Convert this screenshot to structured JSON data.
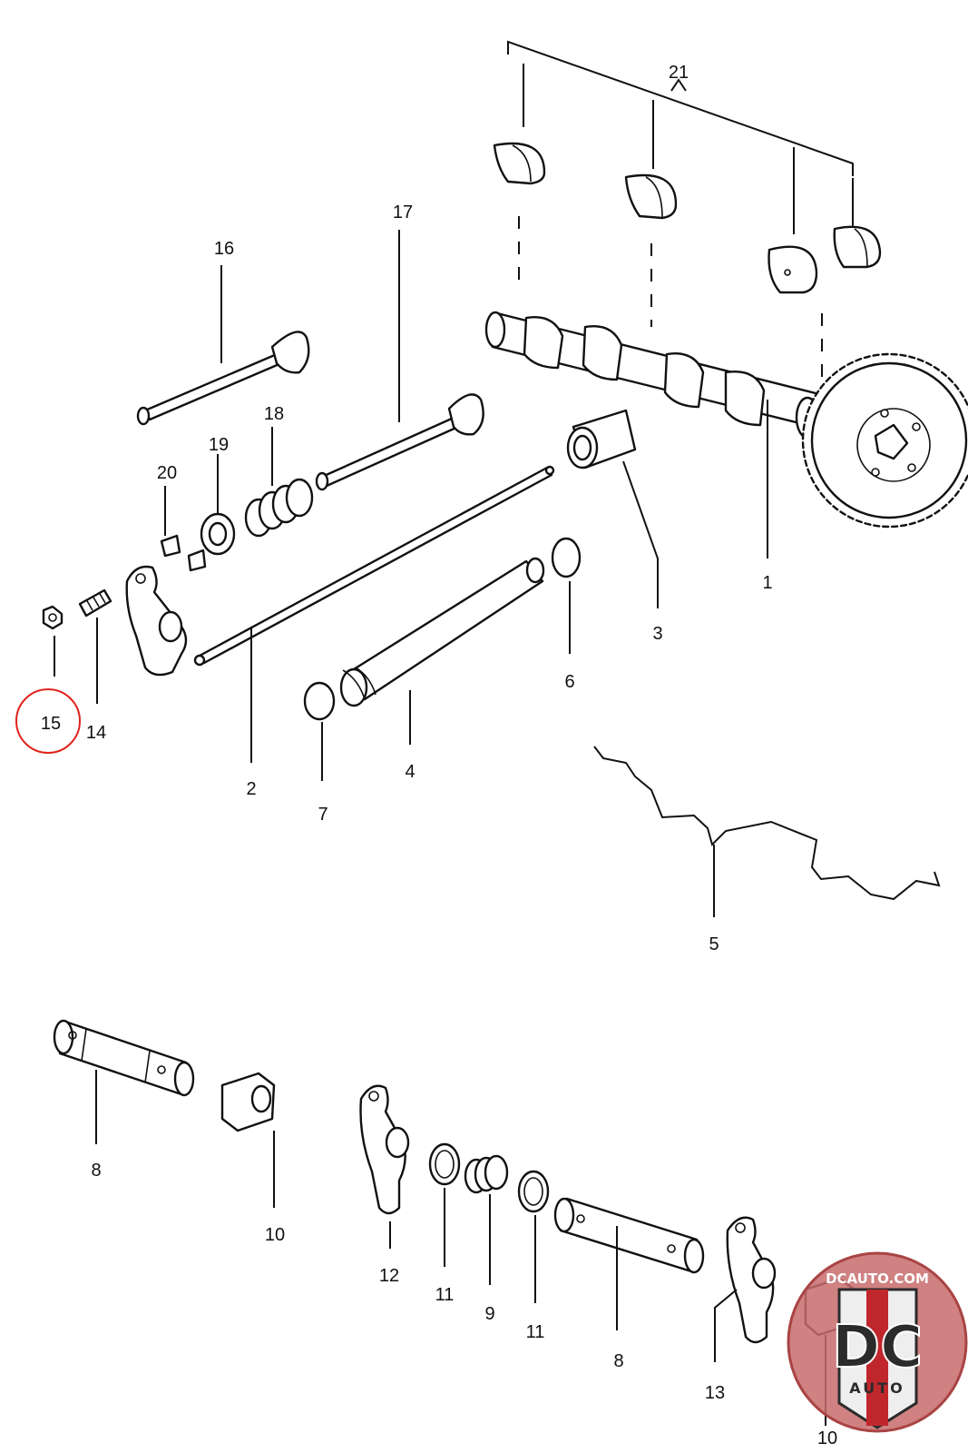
{
  "callouts": {
    "p1": "1",
    "p2": "2",
    "p3": "3",
    "p4": "4",
    "p5": "5",
    "p6": "6",
    "p7": "7",
    "p8a": "8",
    "p8b": "8",
    "p9": "9",
    "p10a": "10",
    "p10b": "10",
    "p11a": "11",
    "p11b": "11",
    "p12": "12",
    "p13": "13",
    "p14": "14",
    "p15": "15",
    "p16": "16",
    "p17": "17",
    "p18": "18",
    "p19": "19",
    "p20": "20",
    "p21": "21"
  },
  "highlight": {
    "part": "15",
    "color": "#e0231b"
  },
  "logo": {
    "url_text": "DCAUTO.COM",
    "mark": "DC",
    "sub": "AUTO",
    "color_red": "#c0272d",
    "color_dark": "#2b2b2b"
  }
}
